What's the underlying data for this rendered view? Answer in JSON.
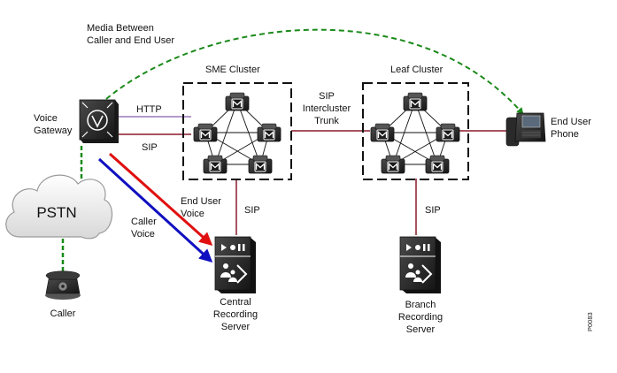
{
  "labels": {
    "media_line1": "Media Between",
    "media_line2": "Caller and End User",
    "sme_cluster": "SME Cluster",
    "leaf_cluster": "Leaf Cluster",
    "voice_gateway_line1": "Voice",
    "voice_gateway_line2": "Gateway",
    "http": "HTTP",
    "sip_gateway": "SIP",
    "sip_intercluster_line1": "SIP",
    "sip_intercluster_line2": "Intercluster",
    "sip_intercluster_line3": "Trunk",
    "end_user_phone_line1": "End User",
    "end_user_phone_line2": "Phone",
    "pstn": "PSTN",
    "end_user_voice_line1": "End User",
    "end_user_voice_line2": "Voice",
    "caller_voice_line1": "Caller",
    "caller_voice_line2": "Voice",
    "sip_central": "SIP",
    "sip_branch": "SIP",
    "caller": "Caller",
    "central_line1": "Central",
    "central_line2": "Recording",
    "central_line3": "Server",
    "branch_line1": "Branch",
    "branch_line2": "Recording",
    "branch_line3": "Server",
    "figure_id": "P0083",
    "node_letter": "M"
  },
  "colors": {
    "media_path": "#1a8a1a",
    "http_link": "#9a7ab8",
    "sip_link": "#8b1a2a",
    "end_user_voice": "#e01010",
    "caller_voice": "#1010c0",
    "device_dark": "#2a2a2a",
    "cloud_fill": "#f0f0f0",
    "cloud_stroke": "#aaaaaa"
  }
}
